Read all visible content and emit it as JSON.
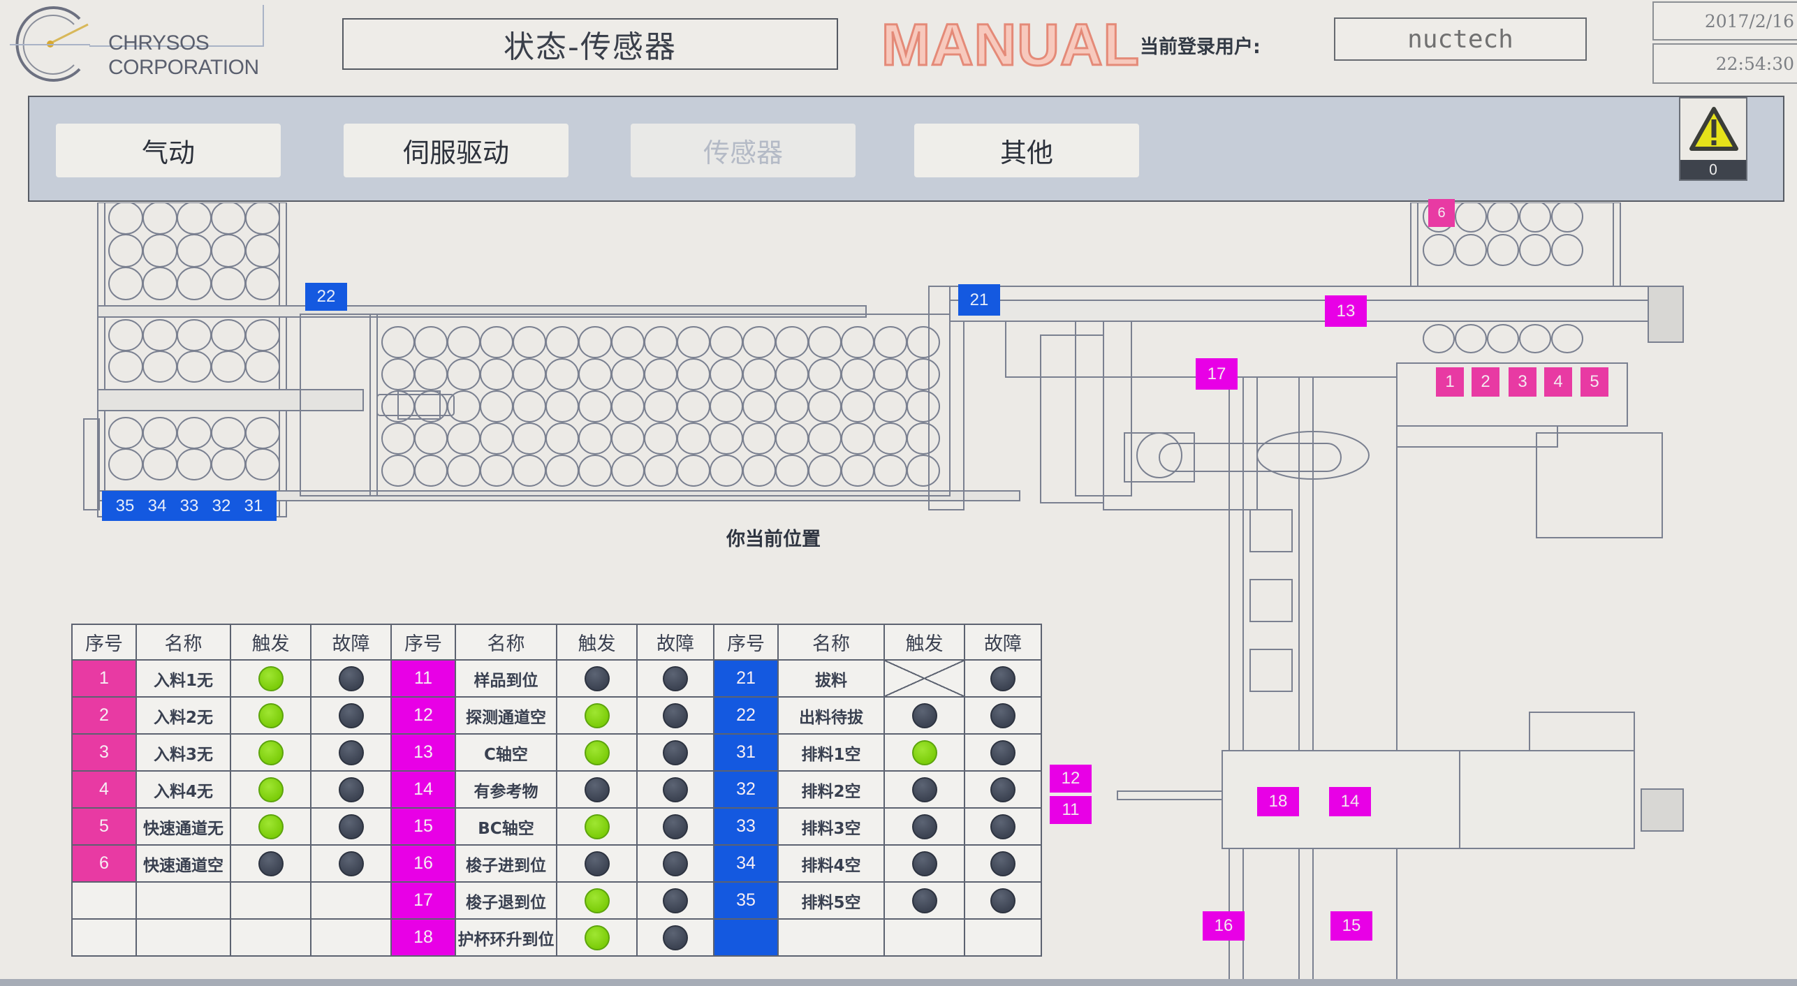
{
  "header": {
    "logo_line1": "CHRYSOS",
    "logo_line2": "CORPORATION",
    "screen_title": "状态-传感器",
    "mode": "MANUAL",
    "user_label": "当前登录用户:",
    "user_name": "nuctech",
    "date": "2017/2/16",
    "time": "22:54:30"
  },
  "nav": {
    "tabs": [
      {
        "label": "气动",
        "active": false
      },
      {
        "label": "伺服驱动",
        "active": false
      },
      {
        "label": "传感器",
        "active": true
      },
      {
        "label": "其他",
        "active": false
      }
    ],
    "alarm_icon": "warning-triangle-icon",
    "alarm_count": "0"
  },
  "diagram": {
    "caption": "你当前位置",
    "tags": {
      "t1": "1",
      "t2": "2",
      "t3": "3",
      "t4": "4",
      "t5": "5",
      "t6": "6",
      "t11": "11",
      "t12": "12",
      "t13": "13",
      "t14": "14",
      "t15": "15",
      "t16": "16",
      "t17": "17",
      "t18": "18",
      "t21": "21",
      "t22": "22",
      "t31_35": [
        "35",
        "34",
        "33",
        "32",
        "31"
      ]
    }
  },
  "colors": {
    "group1": "#e83aa3",
    "group2": "#e800e6",
    "group3": "#1459e0",
    "lamp_on": "#7ccd0a",
    "lamp_off": "#3d4453"
  },
  "table": {
    "headers": [
      "序号",
      "名称",
      "触发",
      "故障",
      "序号",
      "名称",
      "触发",
      "故障",
      "序号",
      "名称",
      "触发",
      "故障"
    ],
    "rows": [
      [
        {
          "id": "1",
          "name": "入料1无",
          "trigger": "on",
          "fault": "off"
        },
        {
          "id": "11",
          "name": "样品到位",
          "trigger": "off",
          "fault": "off"
        },
        {
          "id": "21",
          "name": "拔料",
          "trigger": "na",
          "fault": "off"
        }
      ],
      [
        {
          "id": "2",
          "name": "入料2无",
          "trigger": "on",
          "fault": "off"
        },
        {
          "id": "12",
          "name": "探测通道空",
          "trigger": "on",
          "fault": "off"
        },
        {
          "id": "22",
          "name": "出料待拔",
          "trigger": "off",
          "fault": "off"
        }
      ],
      [
        {
          "id": "3",
          "name": "入料3无",
          "trigger": "on",
          "fault": "off"
        },
        {
          "id": "13",
          "name": "C轴空",
          "trigger": "on",
          "fault": "off"
        },
        {
          "id": "31",
          "name": "排料1空",
          "trigger": "on",
          "fault": "off"
        }
      ],
      [
        {
          "id": "4",
          "name": "入料4无",
          "trigger": "on",
          "fault": "off"
        },
        {
          "id": "14",
          "name": "有参考物",
          "trigger": "off",
          "fault": "off"
        },
        {
          "id": "32",
          "name": "排料2空",
          "trigger": "off",
          "fault": "off"
        }
      ],
      [
        {
          "id": "5",
          "name": "快速通道无",
          "trigger": "on",
          "fault": "off"
        },
        {
          "id": "15",
          "name": "BC轴空",
          "trigger": "on",
          "fault": "off"
        },
        {
          "id": "33",
          "name": "排料3空",
          "trigger": "off",
          "fault": "off"
        }
      ],
      [
        {
          "id": "6",
          "name": "快速通道空",
          "trigger": "off",
          "fault": "off"
        },
        {
          "id": "16",
          "name": "梭子进到位",
          "trigger": "off",
          "fault": "off"
        },
        {
          "id": "34",
          "name": "排料4空",
          "trigger": "off",
          "fault": "off"
        }
      ],
      [
        null,
        {
          "id": "17",
          "name": "梭子退到位",
          "trigger": "on",
          "fault": "off"
        },
        {
          "id": "35",
          "name": "排料5空",
          "trigger": "off",
          "fault": "off"
        }
      ],
      [
        null,
        {
          "id": "18",
          "name": "护杯环升到位",
          "trigger": "on",
          "fault": "off"
        },
        {
          "id": "",
          "name": "",
          "trigger": "none",
          "fault": "none"
        }
      ]
    ]
  }
}
